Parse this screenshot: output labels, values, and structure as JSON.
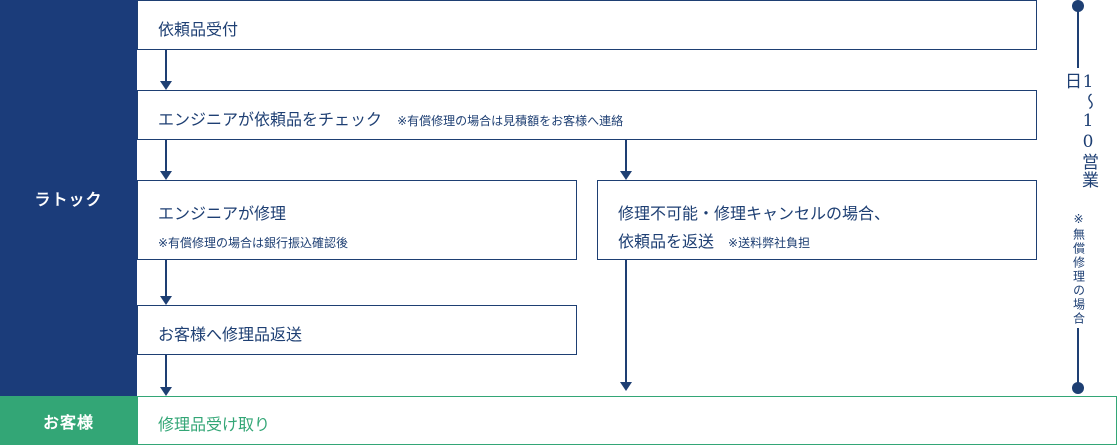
{
  "lanes": {
    "ratok": "ラトック",
    "customer": "お客様"
  },
  "steps": {
    "receive": {
      "label": "依頼品受付"
    },
    "check": {
      "label": "エンジニアが依頼品をチェック",
      "note": "※有償修理の場合は見積額をお客様へ連絡"
    },
    "repair": {
      "label": "エンジニアが修理",
      "note": "※有償修理の場合は銀行振込確認後"
    },
    "cancel": {
      "label_line1": "修理不可能・修理キャンセルの場合、",
      "label_line2": "依頼品を返送",
      "note": "※送料弊社負担"
    },
    "ship": {
      "label": "お客様へ修理品返送"
    },
    "receive_back": {
      "label": "修理品受け取り"
    }
  },
  "timeline": {
    "duration": "1〜10営業日",
    "note": "※無償修理の場合"
  },
  "colors": {
    "navy": "#1b3c7a",
    "green": "#33a676",
    "line": "#1e3f73"
  }
}
